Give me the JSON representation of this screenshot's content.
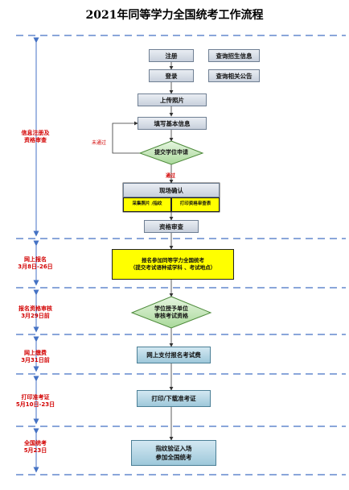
{
  "title": "2021年同等学力全国统考工作流程",
  "phases": [
    {
      "line1": "信息注册及",
      "line2": "资格审查"
    },
    {
      "line1": "网上报名",
      "line2": "3月8日-26日"
    },
    {
      "line1": "报名资格审核",
      "line2": "3月29日前"
    },
    {
      "line1": "网上缴费",
      "line2": "3月31日前"
    },
    {
      "line1": "打印准考证",
      "line2": "5月10日-23日"
    },
    {
      "line1": "全国统考",
      "line2": "5月23日"
    }
  ],
  "steps": {
    "register": "注册",
    "query_admission": "查询招生信息",
    "login": "登录",
    "query_notice": "查询相关公告",
    "upload_photo": "上传照片",
    "fill_info": "填写基本信息",
    "submit_apply": "提交学位申请",
    "not_passed": "未通过",
    "passed": "通过",
    "onsite_confirm": "现场确认",
    "photo_fingerprint": "采集照片 /指纹",
    "print_review_form": "打印资格审查表",
    "qualification_review": "资格审查",
    "register_exam_line1": "报名参加同等学力全国统考",
    "register_exam_line2": "（提交考试语种或学科 、考试地点）",
    "unit_review_line1": "学位授予单位",
    "unit_review_line2": "审核考试资格",
    "pay_fee": "网上支付报名考试费",
    "print_ticket": "打印/下载准考证",
    "exam_line1": "指纹验证入场",
    "exam_line2": "参加全国统考"
  }
}
